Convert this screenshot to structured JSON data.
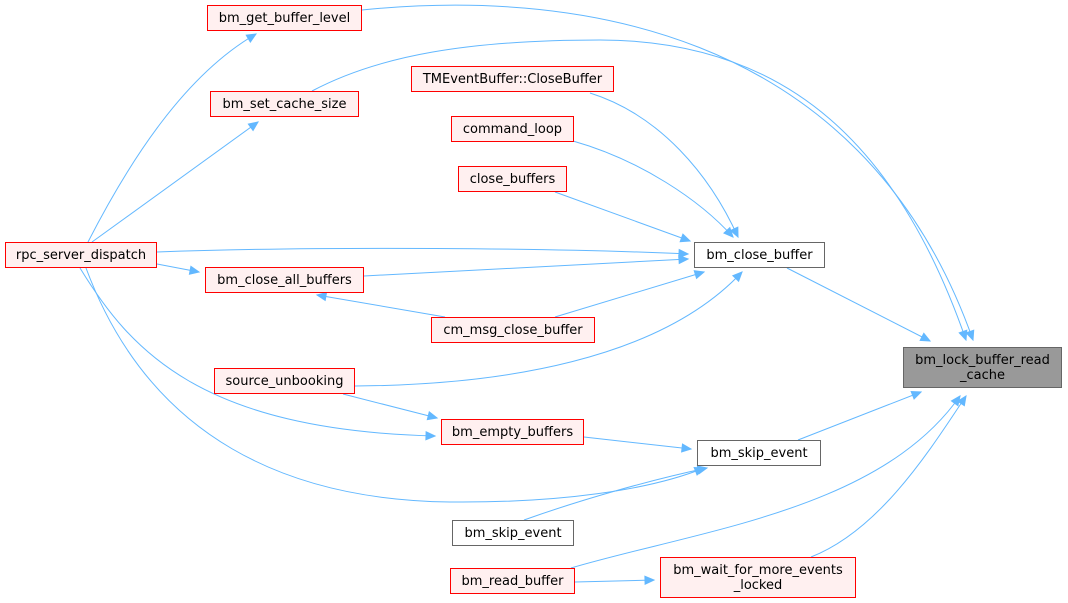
{
  "nodes": {
    "root": {
      "label": "bm_lock_buffer_read\n_cache",
      "kind": "root"
    },
    "bm_get_buffer_level": {
      "label": "bm_get_buffer_level",
      "kind": "red"
    },
    "bm_set_cache_size": {
      "label": "bm_set_cache_size",
      "kind": "red"
    },
    "tmeventbuffer_closebuffer": {
      "label": "TMEventBuffer::CloseBuffer",
      "kind": "red"
    },
    "command_loop": {
      "label": "command_loop",
      "kind": "red"
    },
    "close_buffers": {
      "label": "close_buffers",
      "kind": "red"
    },
    "rpc_server_dispatch": {
      "label": "rpc_server_dispatch",
      "kind": "red"
    },
    "bm_close_buffer": {
      "label": "bm_close_buffer",
      "kind": "black"
    },
    "bm_close_all_buffers": {
      "label": "bm_close_all_buffers",
      "kind": "red"
    },
    "cm_msg_close_buffer": {
      "label": "cm_msg_close_buffer",
      "kind": "red"
    },
    "source_unbooking": {
      "label": "source_unbooking",
      "kind": "red"
    },
    "bm_empty_buffers": {
      "label": "bm_empty_buffers",
      "kind": "red"
    },
    "bm_skip_event_a": {
      "label": "bm_skip_event",
      "kind": "black"
    },
    "bm_skip_event_b": {
      "label": "bm_skip_event",
      "kind": "black"
    },
    "bm_read_buffer": {
      "label": "bm_read_buffer",
      "kind": "red"
    },
    "bm_wait_for_more_events_locked": {
      "label": "bm_wait_for_more_events\n_locked",
      "kind": "red"
    }
  },
  "edges": [
    [
      "bm_get_buffer_level",
      "root"
    ],
    [
      "bm_set_cache_size",
      "root"
    ],
    [
      "tmeventbuffer_closebuffer",
      "bm_close_buffer"
    ],
    [
      "command_loop",
      "bm_close_buffer"
    ],
    [
      "close_buffers",
      "bm_close_buffer"
    ],
    [
      "rpc_server_dispatch",
      "bm_close_buffer"
    ],
    [
      "rpc_server_dispatch",
      "bm_get_buffer_level"
    ],
    [
      "rpc_server_dispatch",
      "bm_set_cache_size"
    ],
    [
      "rpc_server_dispatch",
      "bm_close_all_buffers"
    ],
    [
      "rpc_server_dispatch",
      "bm_empty_buffers"
    ],
    [
      "rpc_server_dispatch",
      "bm_skip_event_a"
    ],
    [
      "bm_close_all_buffers",
      "bm_close_buffer"
    ],
    [
      "cm_msg_close_buffer",
      "bm_close_buffer"
    ],
    [
      "cm_msg_close_buffer",
      "bm_close_all_buffers"
    ],
    [
      "source_unbooking",
      "bm_close_buffer"
    ],
    [
      "source_unbooking",
      "bm_empty_buffers"
    ],
    [
      "bm_close_buffer",
      "root"
    ],
    [
      "bm_empty_buffers",
      "bm_skip_event_a"
    ],
    [
      "bm_skip_event_b",
      "bm_skip_event_a"
    ],
    [
      "bm_skip_event_a",
      "root"
    ],
    [
      "bm_read_buffer",
      "root"
    ],
    [
      "bm_read_buffer",
      "bm_wait_for_more_events_locked"
    ],
    [
      "bm_wait_for_more_events_locked",
      "root"
    ]
  ],
  "colors": {
    "edge": "#63b8ff",
    "caller_border": "#ff0000",
    "caller_fill": "#fff0f0",
    "plain_border": "#666666",
    "plain_fill": "#ffffff",
    "root_fill": "#999999"
  }
}
